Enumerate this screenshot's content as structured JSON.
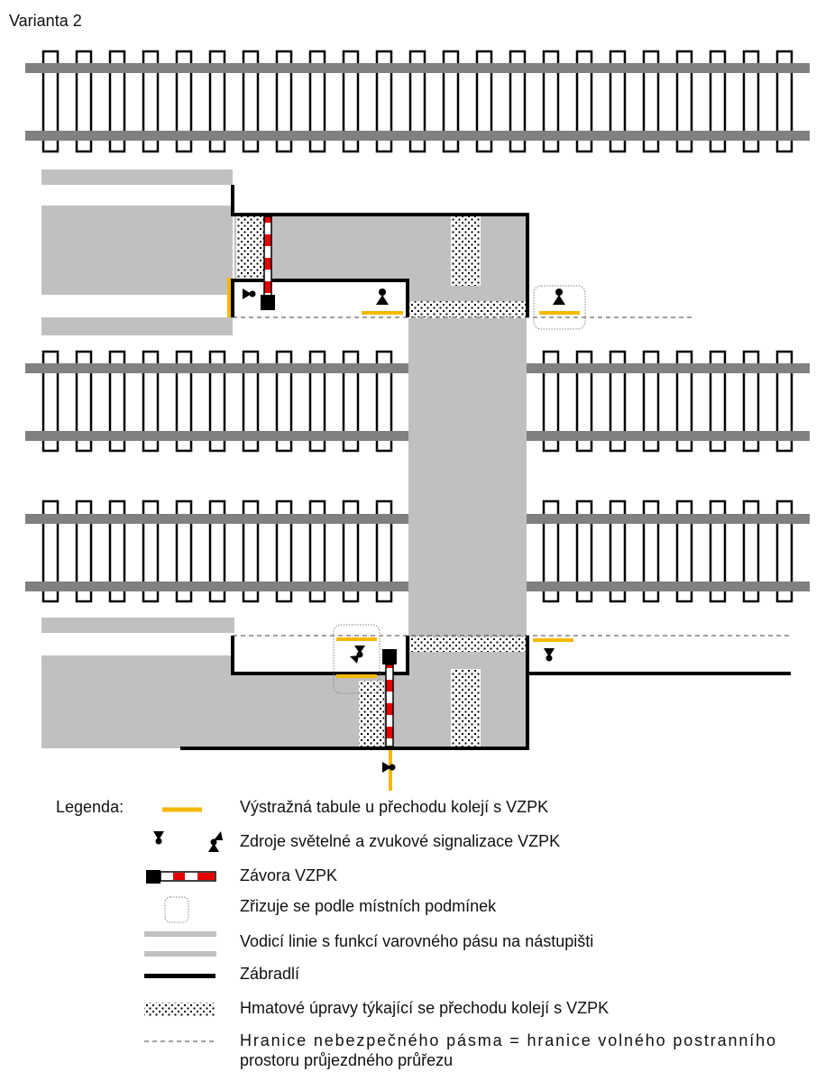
{
  "title": "Varianta 2",
  "colors": {
    "rail": "#808080",
    "platform": "#c0c0c0",
    "warning_yellow": "#f5b800",
    "barrier_red": "#e60000",
    "railing": "#000000"
  },
  "legend": {
    "heading": "Legenda:",
    "items": [
      {
        "icon": "warning-sign-yellow-line",
        "label": "Výstražná tabule u přechodu kolejí s VZPK"
      },
      {
        "icon": "light-sound-signal-icon",
        "label": "Zdroje světelné a zvukové signalizace VZPK"
      },
      {
        "icon": "barrier-icon",
        "label": "Závora VZPK"
      },
      {
        "icon": "dotted-rounded-box",
        "label": "Zřizuje se podle místních podmínek"
      },
      {
        "icon": "double-gray-line",
        "label": "Vodicí linie s funkcí varovného pásu na nástupišti"
      },
      {
        "icon": "black-line",
        "label": "Zábradlí"
      },
      {
        "icon": "dotted-pattern",
        "label": "Hmatové úpravy týkající se přechodu kolejí s VZPK"
      },
      {
        "icon": "dashed-line",
        "label": "Hranice nebezpečného pásma = hranice volného postranního",
        "label2": "prostoru průjezdného průřezu"
      }
    ]
  }
}
